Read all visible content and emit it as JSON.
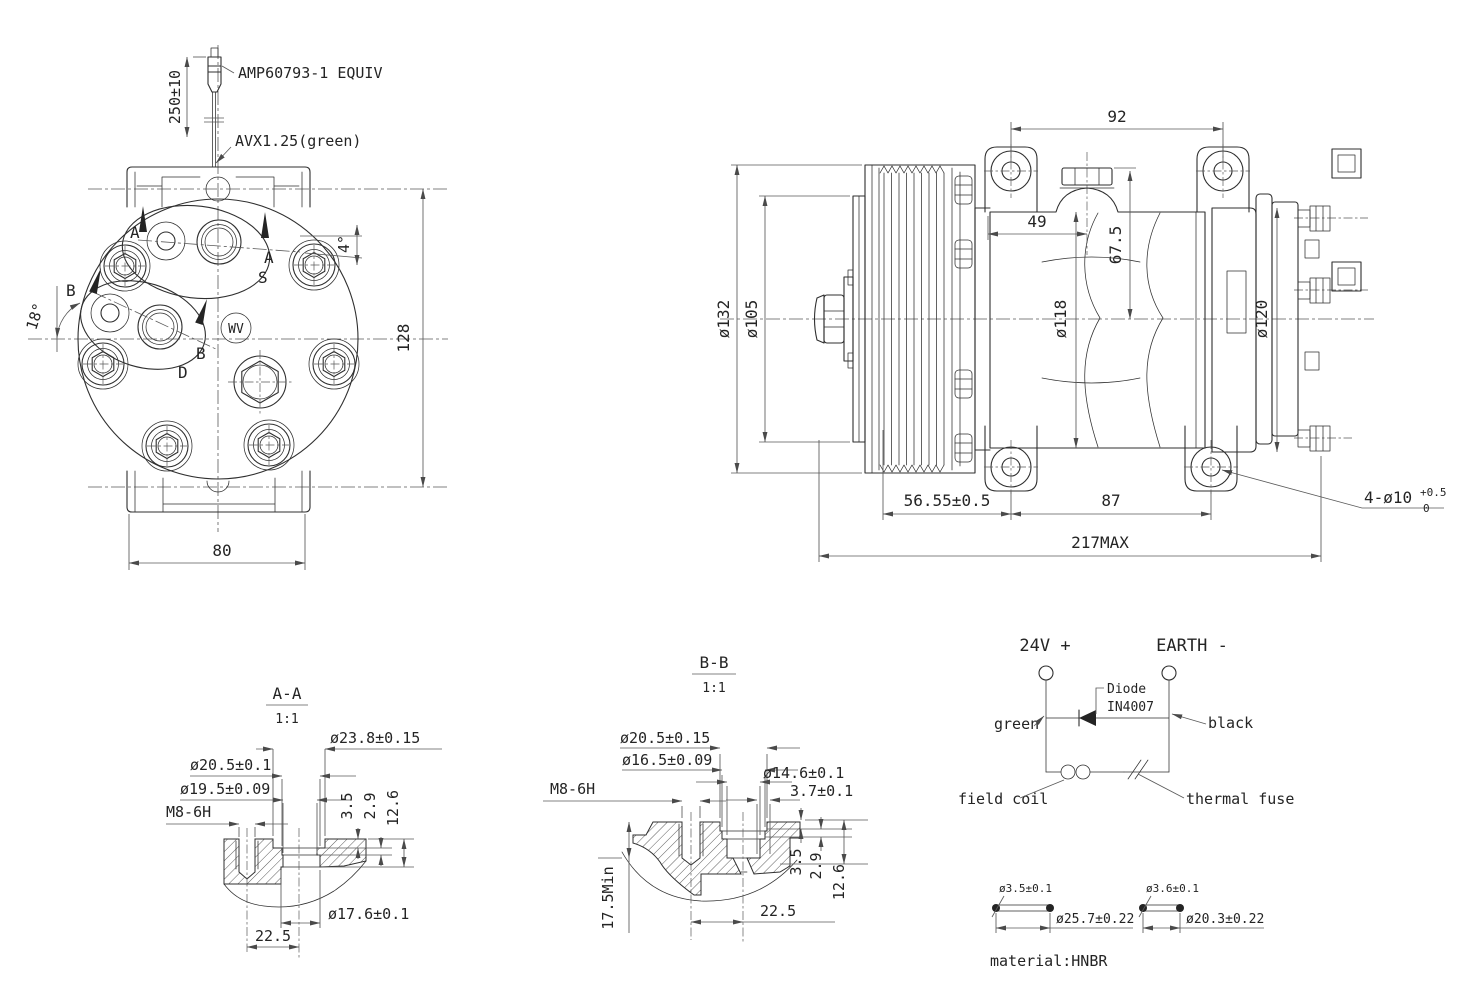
{
  "front": {
    "connector": "AMP60793-1 EQUIV",
    "wire_len": "250±10",
    "wire_type": "AVX1.25(green)",
    "sec_a_left": "A",
    "sec_a_right": "A",
    "port_s": "S",
    "sec_b_left": "B",
    "sec_b_right": "B",
    "port_d": "D",
    "logo": "WV",
    "angle18": "18°",
    "angle4": "4°",
    "height": "128",
    "width": "80"
  },
  "side": {
    "lug92": "92",
    "dim49": "49",
    "dim675": "67.5",
    "d132": "ø132",
    "d105": "ø105",
    "d118": "ø118",
    "d120": "ø120",
    "dim5655": "56.55±0.5",
    "dim87": "87",
    "dim217": "217MAX",
    "holes": "4-ø10",
    "holes_up": "+0.5",
    "holes_dn": "0"
  },
  "aa": {
    "title": "A-A",
    "scale": "1:1",
    "d238": "ø23.8±0.15",
    "d205": "ø20.5±0.1",
    "d195": "ø19.5±0.09",
    "m8": "M8-6H",
    "d35": "3.5",
    "d29": "2.9",
    "d126": "12.6",
    "d176": "ø17.6±0.1",
    "d225": "22.5"
  },
  "bb": {
    "title": "B-B",
    "scale": "1:1",
    "d205": "ø20.5±0.15",
    "d165": "ø16.5±0.09",
    "d146": "ø14.6±0.1",
    "d37": "3.7±0.1",
    "m8": "M8-6H",
    "d35": "3.5",
    "d29": "2.9",
    "d126": "12.6",
    "d175": "17.5Min",
    "d225": "22.5"
  },
  "circuit": {
    "pos": "24V +",
    "neg": "EARTH -",
    "diode1": "Diode",
    "diode2": "IN4007",
    "green": "green",
    "black": "black",
    "coil": "field coil",
    "fuse": "thermal fuse"
  },
  "orings": {
    "left_cs": "ø3.5±0.1",
    "left_od": "ø25.7±0.22",
    "right_cs": "ø3.6±0.1",
    "right_od": "ø20.3±0.22",
    "material": "material:HNBR"
  }
}
